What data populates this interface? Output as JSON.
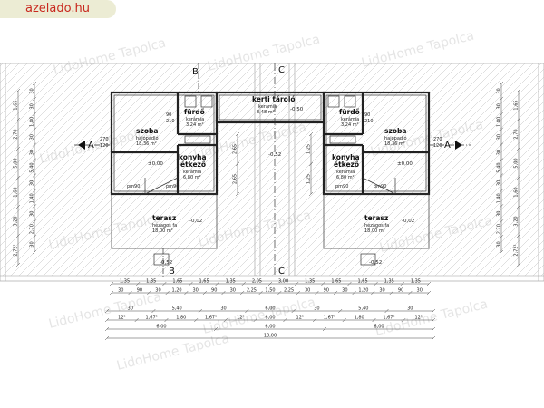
{
  "site": {
    "badge": "azelado.hu"
  },
  "watermark": "LidoHome Tapolca",
  "rooms": {
    "kerti_tarolo": {
      "name": "kerti tároló",
      "floor": "kerámia",
      "area": "8,48 m²"
    },
    "szoba": {
      "name": "szoba",
      "floor": "hajópadló",
      "area": "18,36 m²"
    },
    "furdo": {
      "name": "fürdő",
      "floor": "kerámia",
      "area": "3,24 m²"
    },
    "konyha": {
      "name": "konyha",
      "name2": "étkező",
      "floor": "kerámia",
      "area": "6,80 m²"
    },
    "terasz": {
      "name": "terasz",
      "floor": "hézagos fa",
      "area": "18,00 m²"
    }
  },
  "levels": {
    "zero": "±0,00",
    "m002": "-0,02",
    "m050": "-0,50",
    "m052": "-0,52"
  },
  "sections": {
    "a": "A",
    "b": "B",
    "c": "C"
  },
  "door_labels": {
    "d90": "90",
    "d210": "210",
    "d270": "270",
    "d120": "120",
    "ppm90": "pm90"
  },
  "vertical_dims": {
    "left_outer": [
      "30",
      "30",
      "1,80",
      "30",
      "30",
      "5,40",
      "30",
      "1,40",
      "30",
      "2,70",
      "30"
    ],
    "left_inner": [
      "1,65",
      "2,70",
      "5,00",
      "1,60",
      "3,20",
      "2,72²"
    ],
    "right_outer": [
      "30",
      "30",
      "1,80",
      "30",
      "30",
      "5,40",
      "30",
      "1,40",
      "30",
      "2,70",
      "30"
    ],
    "right_inner": [
      "1,65",
      "2,70",
      "5,00",
      "1,60",
      "3,20",
      "2,72²"
    ],
    "mid": [
      "2,65",
      "2,65",
      "1,25",
      "1,25"
    ]
  },
  "bottom_dims": {
    "row1": [
      "1,35",
      "1,35",
      "1,65",
      "1,65",
      "1,35",
      "2,05",
      "3,00",
      "1,35",
      "1,65",
      "1,65",
      "1,35",
      "1,35"
    ],
    "row2": [
      "30",
      "90",
      "30",
      "1,20",
      "30",
      "90",
      "30",
      "2,25",
      "1,50",
      "2,25",
      "30",
      "90",
      "30",
      "1,20",
      "30",
      "90",
      "30"
    ],
    "row3": [
      "30",
      "5,40",
      "30",
      "6,00",
      "30",
      "5,40",
      "30"
    ],
    "row4": [
      "12⁵",
      "1,67⁵",
      "1,80",
      "1,67⁵",
      "12⁵",
      "6,00",
      "12⁵",
      "1,67⁵",
      "1,80",
      "1,67⁵",
      "12⁵"
    ],
    "row5": [
      "6,00",
      "6,00",
      "6,00"
    ],
    "row6": [
      "18,00"
    ]
  }
}
